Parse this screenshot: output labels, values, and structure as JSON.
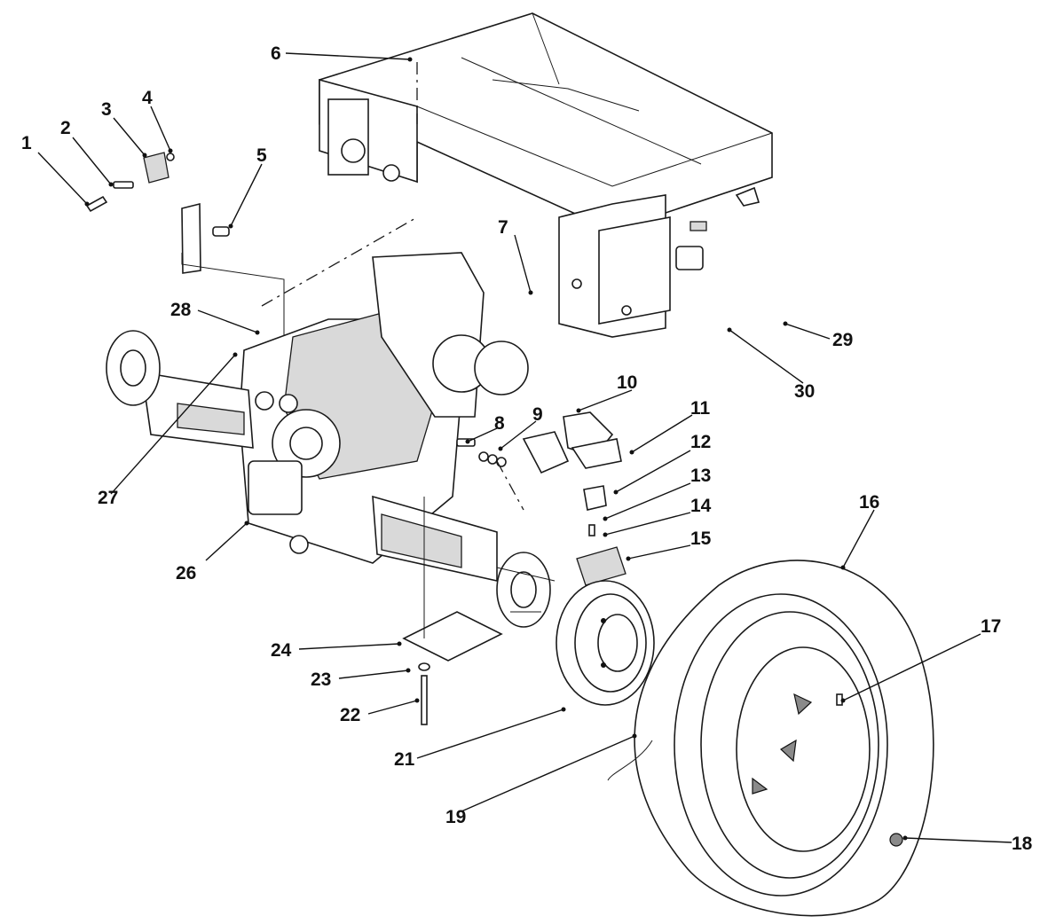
{
  "callouts": [
    "1",
    "2",
    "3",
    "4",
    "5",
    "6",
    "7",
    "8",
    "9",
    "10",
    "11",
    "12",
    "13",
    "14",
    "15",
    "16",
    "17",
    "18",
    "19",
    "21",
    "22",
    "23",
    "24",
    "26",
    "27",
    "28",
    "29",
    "30"
  ]
}
